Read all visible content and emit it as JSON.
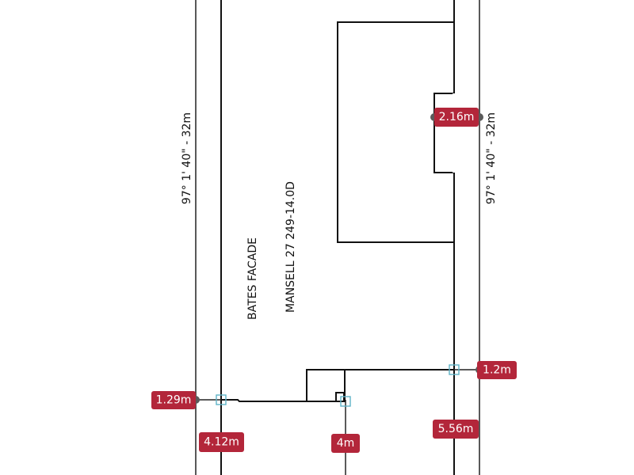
{
  "labels": {
    "bearing_left": "97° 1' 40\" - 32m",
    "bearing_right": "97° 1' 40\" - 32m",
    "facade": "BATES FACADE",
    "mansell": "MANSELL 27 249-14.0D"
  },
  "measurements": {
    "right_notch": "2.16m",
    "right_lower": "1.2m",
    "left_lower": "1.29m",
    "bottom_left": "4.12m",
    "bottom_middle": "4m",
    "bottom_right": "5.56m"
  },
  "colors": {
    "tag_background": "#b3263a",
    "tag_text": "#ffffff",
    "marker": "#5fb3c7",
    "line": "#111111"
  }
}
